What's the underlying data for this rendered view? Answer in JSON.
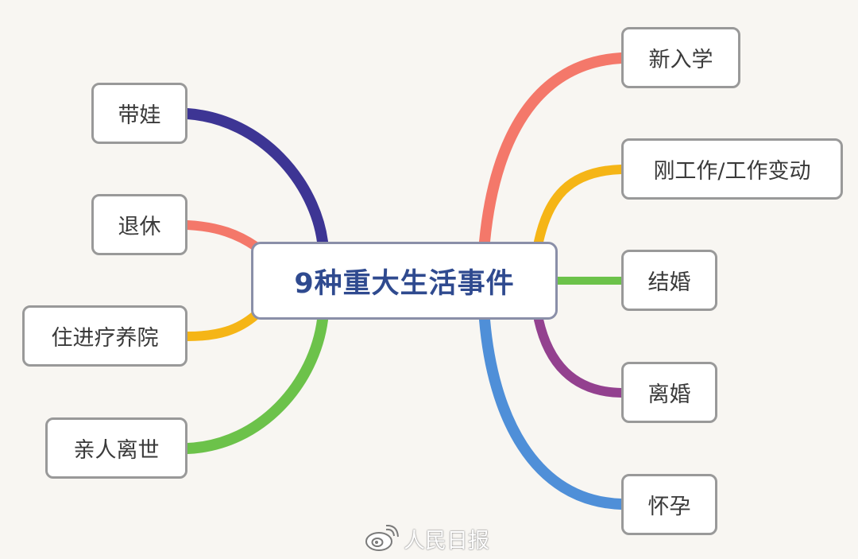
{
  "center": {
    "title": "9种重大生活事件"
  },
  "left_branches": [
    {
      "label": "带娃",
      "color": "#3d3594"
    },
    {
      "label": "退休",
      "color": "#f4786a"
    },
    {
      "label": "住进疗养院",
      "color": "#f5b516"
    },
    {
      "label": "亲人离世",
      "color": "#6cc24a"
    }
  ],
  "right_branches": [
    {
      "label": "新入学",
      "color": "#f4786a"
    },
    {
      "label": "刚工作/工作变动",
      "color": "#f5b516"
    },
    {
      "label": "结婚",
      "color": "#6cc24a"
    },
    {
      "label": "离婚",
      "color": "#93418f"
    },
    {
      "label": "怀孕",
      "color": "#4f8fd8"
    }
  ],
  "watermark": {
    "text": "人民日报",
    "icon": "weibo-icon"
  }
}
